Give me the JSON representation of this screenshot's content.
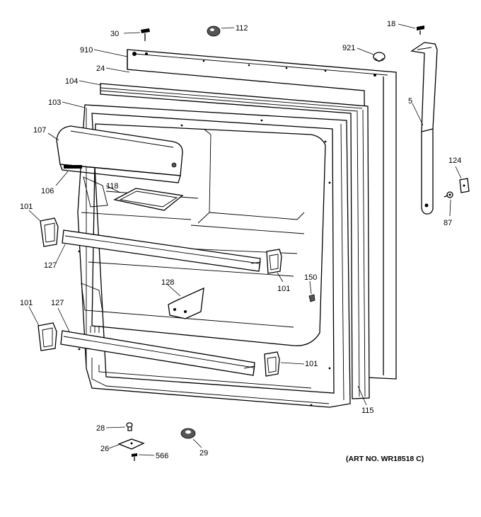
{
  "diagram": {
    "art_number": "(ART NO. WR18518 C)",
    "callouts": {
      "c30": "30",
      "c112": "112",
      "c18": "18",
      "c910": "910",
      "c921": "921",
      "c24": "24",
      "c104": "104",
      "c103": "103",
      "c5": "5",
      "c107": "107",
      "c106": "106",
      "c118": "118",
      "c124": "124",
      "c87": "87",
      "c101a": "101",
      "c127a": "127",
      "c101b": "101",
      "c150": "150",
      "c128": "128",
      "c101c": "101",
      "c127b": "127",
      "c101d": "101",
      "c115": "115",
      "c28": "28",
      "c26": "26",
      "c566": "566",
      "c29": "29"
    }
  }
}
